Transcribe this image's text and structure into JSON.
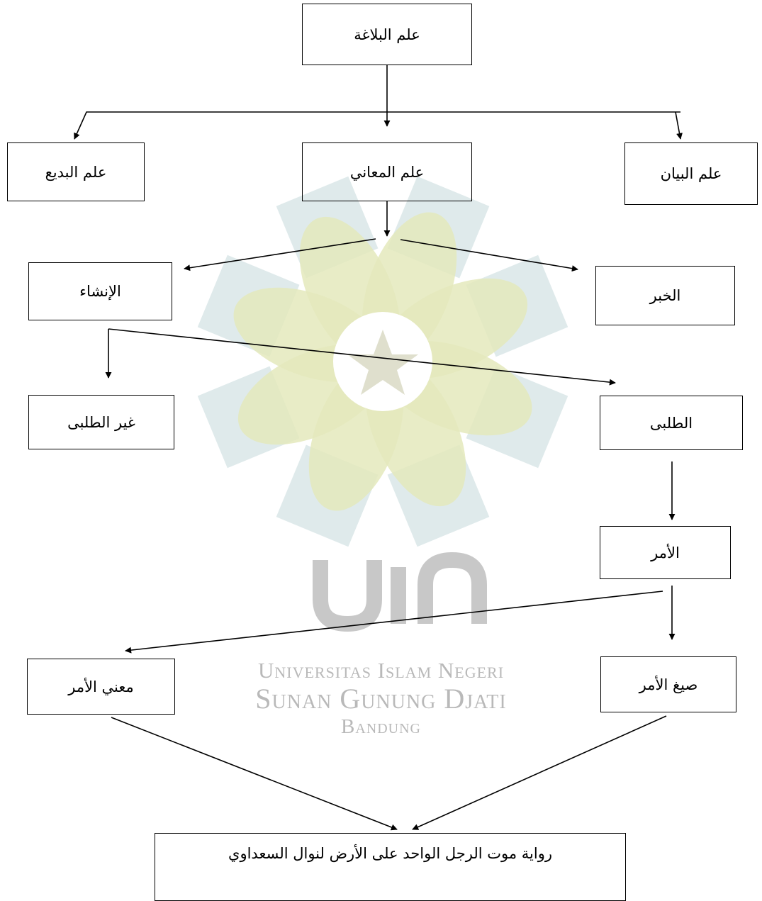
{
  "nodes": {
    "balagha": "علم البلاغة",
    "bayan": "علم البيان",
    "maani": "علم المعاني",
    "badi": "علم البديع",
    "khabar": "الخبر",
    "insha": "الإنشاء",
    "talabi": "الطلبى",
    "ghair_talabi": "غير الطلبى",
    "amr": "الأمر",
    "siyagh_amr": "صيغ الأمر",
    "maani_amr": "معني الأمر",
    "novel": "رواية موت الرجل الواحد على الأرض لنوال السعداوي"
  },
  "watermark": {
    "logo_text": "uin",
    "line1": "Universitas Islam Negeri",
    "line2": "Sunan Gunung Djati",
    "line3": "Bandung",
    "colors": {
      "gold": "#e4e9bc",
      "teal": "#d4e3e4",
      "gray": "#c8c8c8",
      "star": "#dcdcc8"
    }
  }
}
